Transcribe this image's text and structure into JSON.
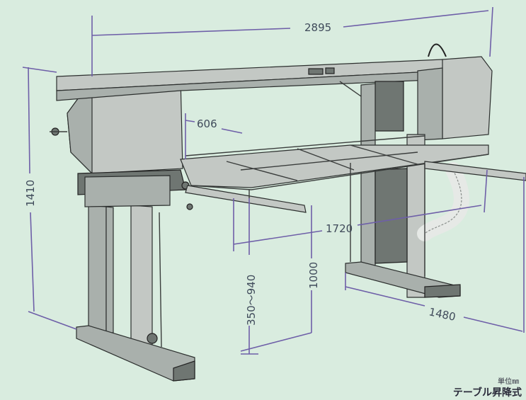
{
  "dimensions": {
    "overall_length": "2895",
    "table_width": "606",
    "table_length": "1720",
    "table_height_range": "350～940",
    "work_height": "1000",
    "overall_height": "1410",
    "base_depth": "1480"
  },
  "caption": {
    "unit": "単位㎜",
    "subtitle": "テーブル昇降式"
  },
  "colors": {
    "background": "#d9ecdf",
    "dimension_line": "#6e5fa8",
    "metal": "#a9b0ac"
  }
}
